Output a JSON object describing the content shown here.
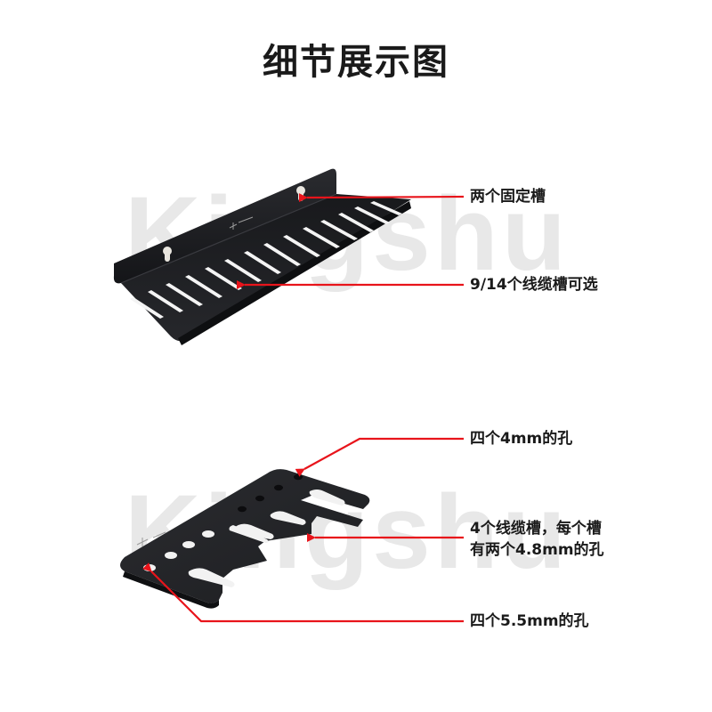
{
  "header": {
    "title": "细节展示图"
  },
  "watermark": {
    "text": "Kingshu",
    "color": "#e8e8e8"
  },
  "colors": {
    "arrow": "#e8141b",
    "text": "#1a1a1a",
    "product": "#1c1d20"
  },
  "sections": [
    {
      "product": "cable-bracket",
      "callouts": [
        {
          "label": "两个固定槽"
        },
        {
          "label": "9/14个线缆槽可选"
        }
      ]
    },
    {
      "product": "cable-plate",
      "callouts": [
        {
          "label": "四个4mm的孔"
        },
        {
          "lines": [
            "4个线缆槽，每个槽",
            "有两个4.8mm的孔"
          ]
        },
        {
          "label": "四个5.5mm的孔"
        }
      ]
    }
  ]
}
